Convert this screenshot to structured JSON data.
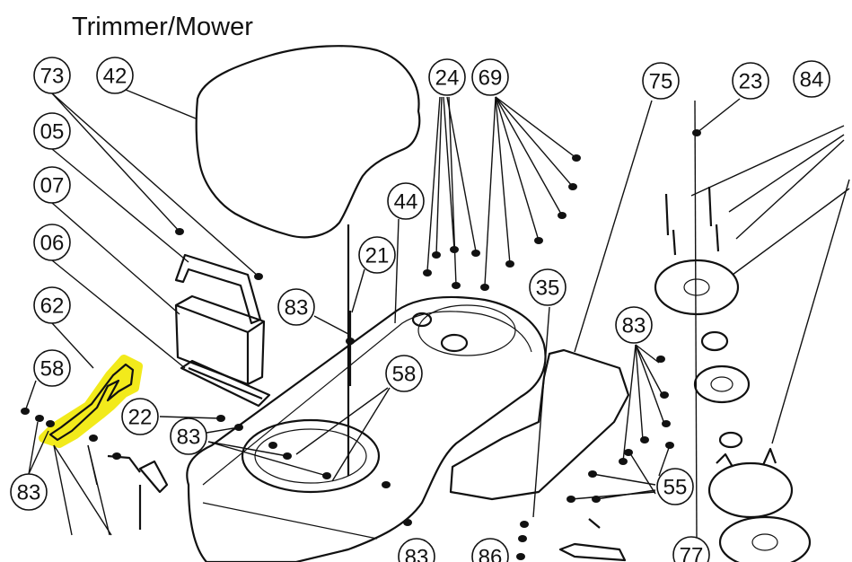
{
  "title": "Trimmer/Mower",
  "callouts": [
    {
      "id": "c73",
      "label": "73"
    },
    {
      "id": "c42",
      "label": "42"
    },
    {
      "id": "c05",
      "label": "05"
    },
    {
      "id": "c07",
      "label": "07"
    },
    {
      "id": "c06",
      "label": "06"
    },
    {
      "id": "c62",
      "label": "62"
    },
    {
      "id": "c58a",
      "label": "58"
    },
    {
      "id": "c83a",
      "label": "83"
    },
    {
      "id": "c22",
      "label": "22"
    },
    {
      "id": "c83b",
      "label": "83"
    },
    {
      "id": "c44",
      "label": "44"
    },
    {
      "id": "c21",
      "label": "21"
    },
    {
      "id": "c83c",
      "label": "83"
    },
    {
      "id": "c58b",
      "label": "58"
    },
    {
      "id": "c24",
      "label": "24"
    },
    {
      "id": "c69",
      "label": "69"
    },
    {
      "id": "c35",
      "label": "35"
    },
    {
      "id": "c75",
      "label": "75"
    },
    {
      "id": "c23",
      "label": "23"
    },
    {
      "id": "c84",
      "label": "84"
    },
    {
      "id": "c83d",
      "label": "83"
    },
    {
      "id": "c55",
      "label": "55"
    },
    {
      "id": "c83e",
      "label": "83"
    },
    {
      "id": "c86",
      "label": "86"
    },
    {
      "id": "c77",
      "label": "77"
    }
  ],
  "highlight_color": "#f2ea1b"
}
